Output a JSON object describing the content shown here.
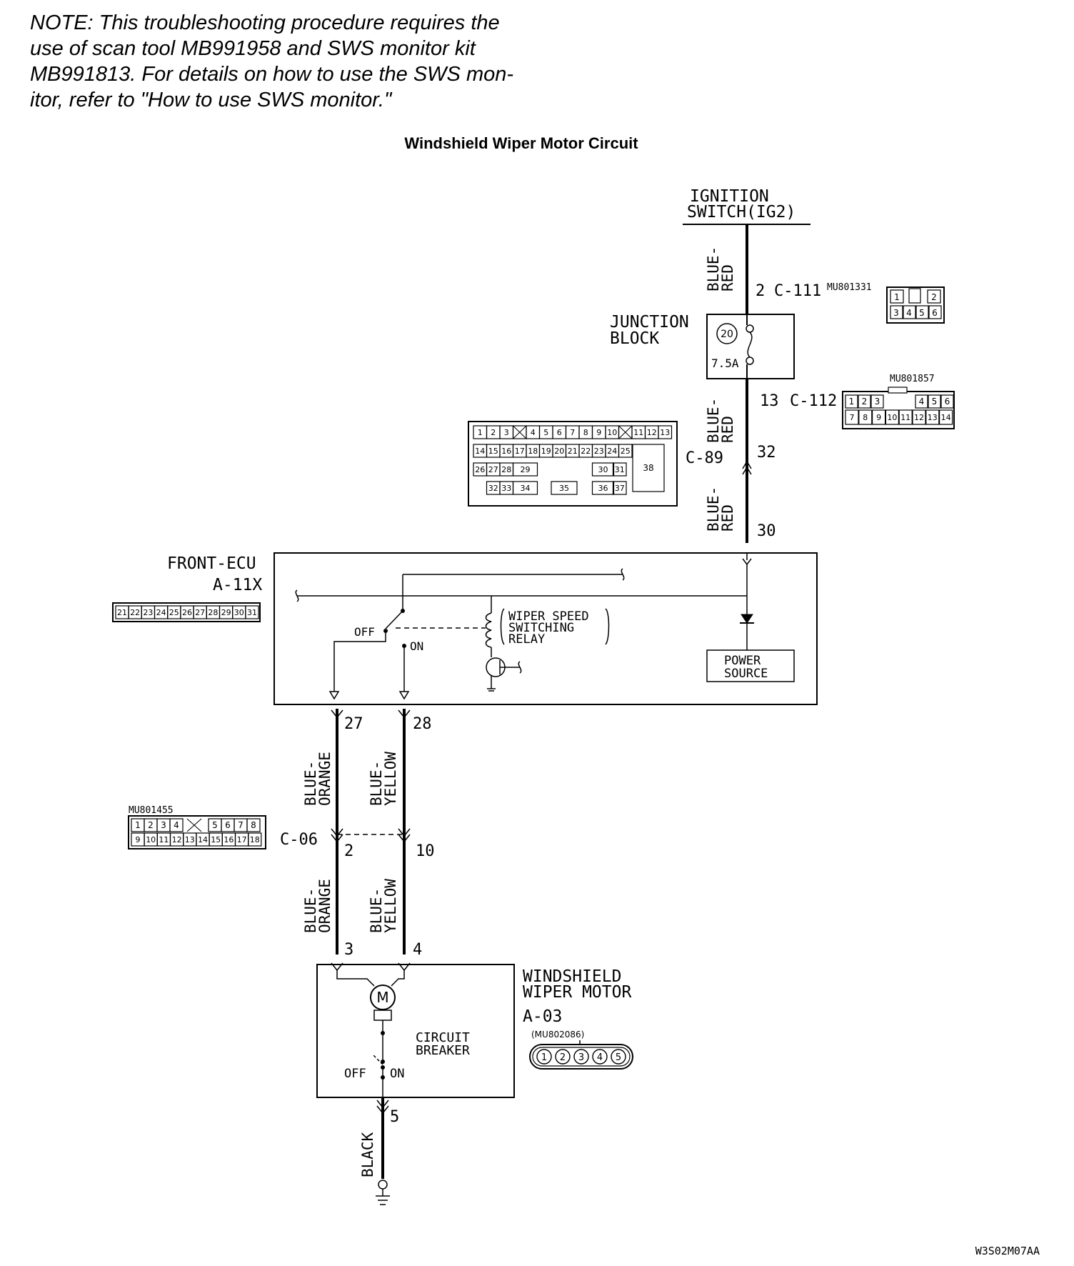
{
  "note": {
    "lines": [
      "NOTE: This troubleshooting procedure requires the",
      "use of scan tool MB991958 and SWS monitor kit",
      "MB991813. For details on how to use the SWS mon-",
      "itor, refer to \"How to use SWS monitor.\""
    ]
  },
  "title": "Windshield Wiper Motor Circuit",
  "figure_code": "W3S02M07AA",
  "labels": {
    "ignition_l1": "IGNITION",
    "ignition_l2": "SWITCH(IG2)",
    "wire_blue": "BLUE-",
    "wire_red": "RED",
    "wire_orange": "ORANGE",
    "wire_yellow": "YELLOW",
    "wire_black": "BLACK",
    "pin_2": "2",
    "conn_c111": "C-111",
    "mu_c111": "MU801331",
    "jb_l1": "JUNCTION",
    "jb_l2": "BLOCK",
    "fuse_no": "20",
    "fuse_rating": "7.5A",
    "pin_13": "13",
    "conn_c112": "C-112",
    "mu_c112": "MU801857",
    "conn_c89": "C-89",
    "pin_32": "32",
    "pin_30": "30",
    "ecu_l1": "FRONT-ECU",
    "ecu_l2": "A-11X",
    "relay_l1": "WIPER SPEED",
    "relay_l2": "SWITCHING",
    "relay_l3": "RELAY",
    "off": "OFF",
    "on": "ON",
    "ps_l1": "POWER",
    "ps_l2": "SOURCE",
    "pin_27": "27",
    "pin_28": "28",
    "conn_c06": "C-06",
    "mu_c06": "MU801455",
    "pin_c06_2": "2",
    "pin_c06_10": "10",
    "pin_3": "3",
    "pin_4": "4",
    "motor_l1": "WINDSHIELD",
    "motor_l2": "WIPER MOTOR",
    "motor_conn": "A-03",
    "mu_a03": "(MU802086)",
    "cb_l1": "CIRCUIT",
    "cb_l2": "BREAKER",
    "motor_symbol": "M",
    "pin_5": "5"
  },
  "connectors": {
    "c111_top": [
      "1",
      "2"
    ],
    "c111_bottom": [
      "3",
      "4",
      "5",
      "6"
    ],
    "c112_top": [
      "1",
      "2",
      "3",
      "4",
      "5",
      "6"
    ],
    "c112_bottom": [
      "7",
      "8",
      "9",
      "10",
      "11",
      "12",
      "13",
      "14"
    ],
    "c89_row1": [
      "1",
      "2",
      "3",
      "4",
      "5",
      "6",
      "7",
      "8",
      "9",
      "10",
      "11",
      "12",
      "13"
    ],
    "c89_row2": [
      "14",
      "15",
      "16",
      "17",
      "18",
      "19",
      "20",
      "21",
      "22",
      "23",
      "24",
      "25"
    ],
    "c89_row3": [
      "26",
      "27",
      "28",
      "29",
      "30",
      "31",
      "38"
    ],
    "c89_row4": [
      "32",
      "33",
      "34",
      "35",
      "36",
      "37"
    ],
    "a11x": [
      "21",
      "22",
      "23",
      "24",
      "25",
      "26",
      "27",
      "28",
      "29",
      "30",
      "31"
    ],
    "c06_top": [
      "1",
      "2",
      "3",
      "4",
      "5",
      "6",
      "7",
      "8"
    ],
    "c06_bottom": [
      "9",
      "10",
      "11",
      "12",
      "13",
      "14",
      "15",
      "16",
      "17",
      "18"
    ],
    "a03": [
      "1",
      "2",
      "3",
      "4",
      "5"
    ]
  }
}
